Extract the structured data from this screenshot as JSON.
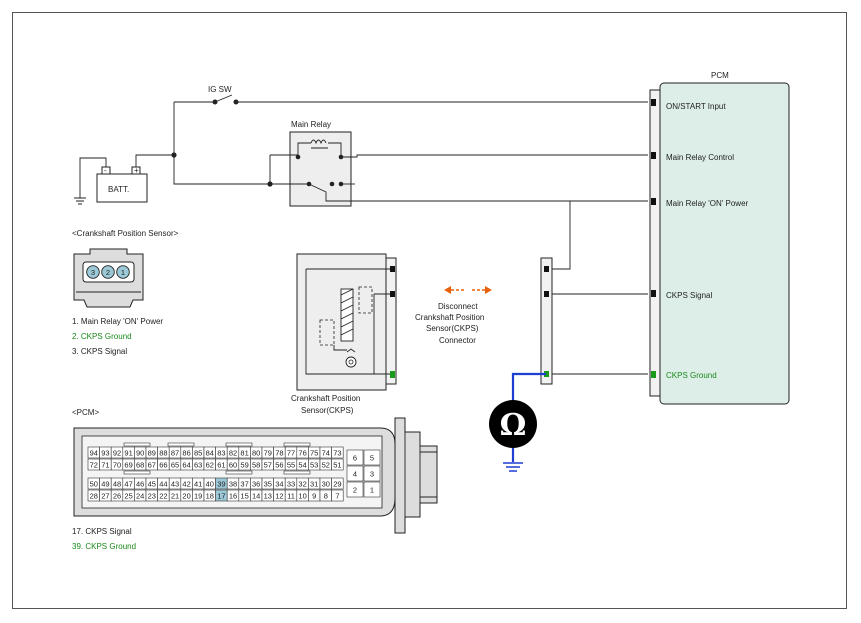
{
  "labels": {
    "ig_sw": "IG SW",
    "batt": "BATT.",
    "batt_minus": "-",
    "batt_plus": "+",
    "main_relay": "Main Relay",
    "pcm_title": "PCM",
    "pcm_on_start": "ON/START Input",
    "pcm_relay_control": "Main Relay Control",
    "pcm_relay_power": "Main Relay 'ON' Power",
    "pcm_ckps_signal": "CKPS Signal",
    "pcm_ckps_ground": "CKPS Ground",
    "disconnect_1": "Disconnect",
    "disconnect_2": "Crankshaft Position",
    "disconnect_3": "Sensor(CKPS)",
    "disconnect_4": "Connector",
    "sensor_caption_1": "Crankshaft Position",
    "sensor_caption_2": "Sensor(CKPS)",
    "ckps_heading": "<Crankshaft Position Sensor>",
    "ckps_pin1": "1.   Main Relay 'ON' Power",
    "ckps_pin2": "2. CKPS Ground",
    "ckps_pin3": "3. CKPS Signal",
    "pcm_heading": "<PCM>",
    "pcm_pin17": "17. CKPS Signal",
    "pcm_pin39": "39. CKPS Ground",
    "ohm": "Ω"
  },
  "ckps_connector_pins": [
    "3",
    "2",
    "1"
  ],
  "pcm_connector": {
    "row1": [
      "94",
      "93",
      "92",
      "91",
      "90",
      "89",
      "88",
      "87",
      "86",
      "85",
      "84",
      "83",
      "82",
      "81",
      "80",
      "79",
      "78",
      "77",
      "76",
      "75",
      "74",
      "73"
    ],
    "row2": [
      "72",
      "71",
      "70",
      "69",
      "68",
      "67",
      "66",
      "65",
      "64",
      "63",
      "62",
      "61",
      "60",
      "59",
      "58",
      "57",
      "56",
      "55",
      "54",
      "53",
      "52",
      "51"
    ],
    "row3": [
      "50",
      "49",
      "48",
      "47",
      "46",
      "45",
      "44",
      "43",
      "42",
      "41",
      "40",
      "39",
      "38",
      "37",
      "36",
      "35",
      "34",
      "33",
      "32",
      "31",
      "30",
      "29"
    ],
    "row4": [
      "28",
      "27",
      "26",
      "25",
      "24",
      "23",
      "22",
      "21",
      "20",
      "19",
      "18",
      "17",
      "16",
      "15",
      "14",
      "13",
      "12",
      "11",
      "10",
      "9",
      "8",
      "7"
    ],
    "small": [
      [
        "6",
        "5"
      ],
      [
        "4",
        "3"
      ],
      [
        "2",
        "1"
      ]
    ],
    "highlighted": [
      "39",
      "17"
    ]
  },
  "colors": {
    "ground_label": "#1a8a1a",
    "ground_wire": "#1f3fd0",
    "arrow": "#e8620c",
    "pin_highlight": "#9cc9d8",
    "pcm_fill": "#ddeee9"
  }
}
